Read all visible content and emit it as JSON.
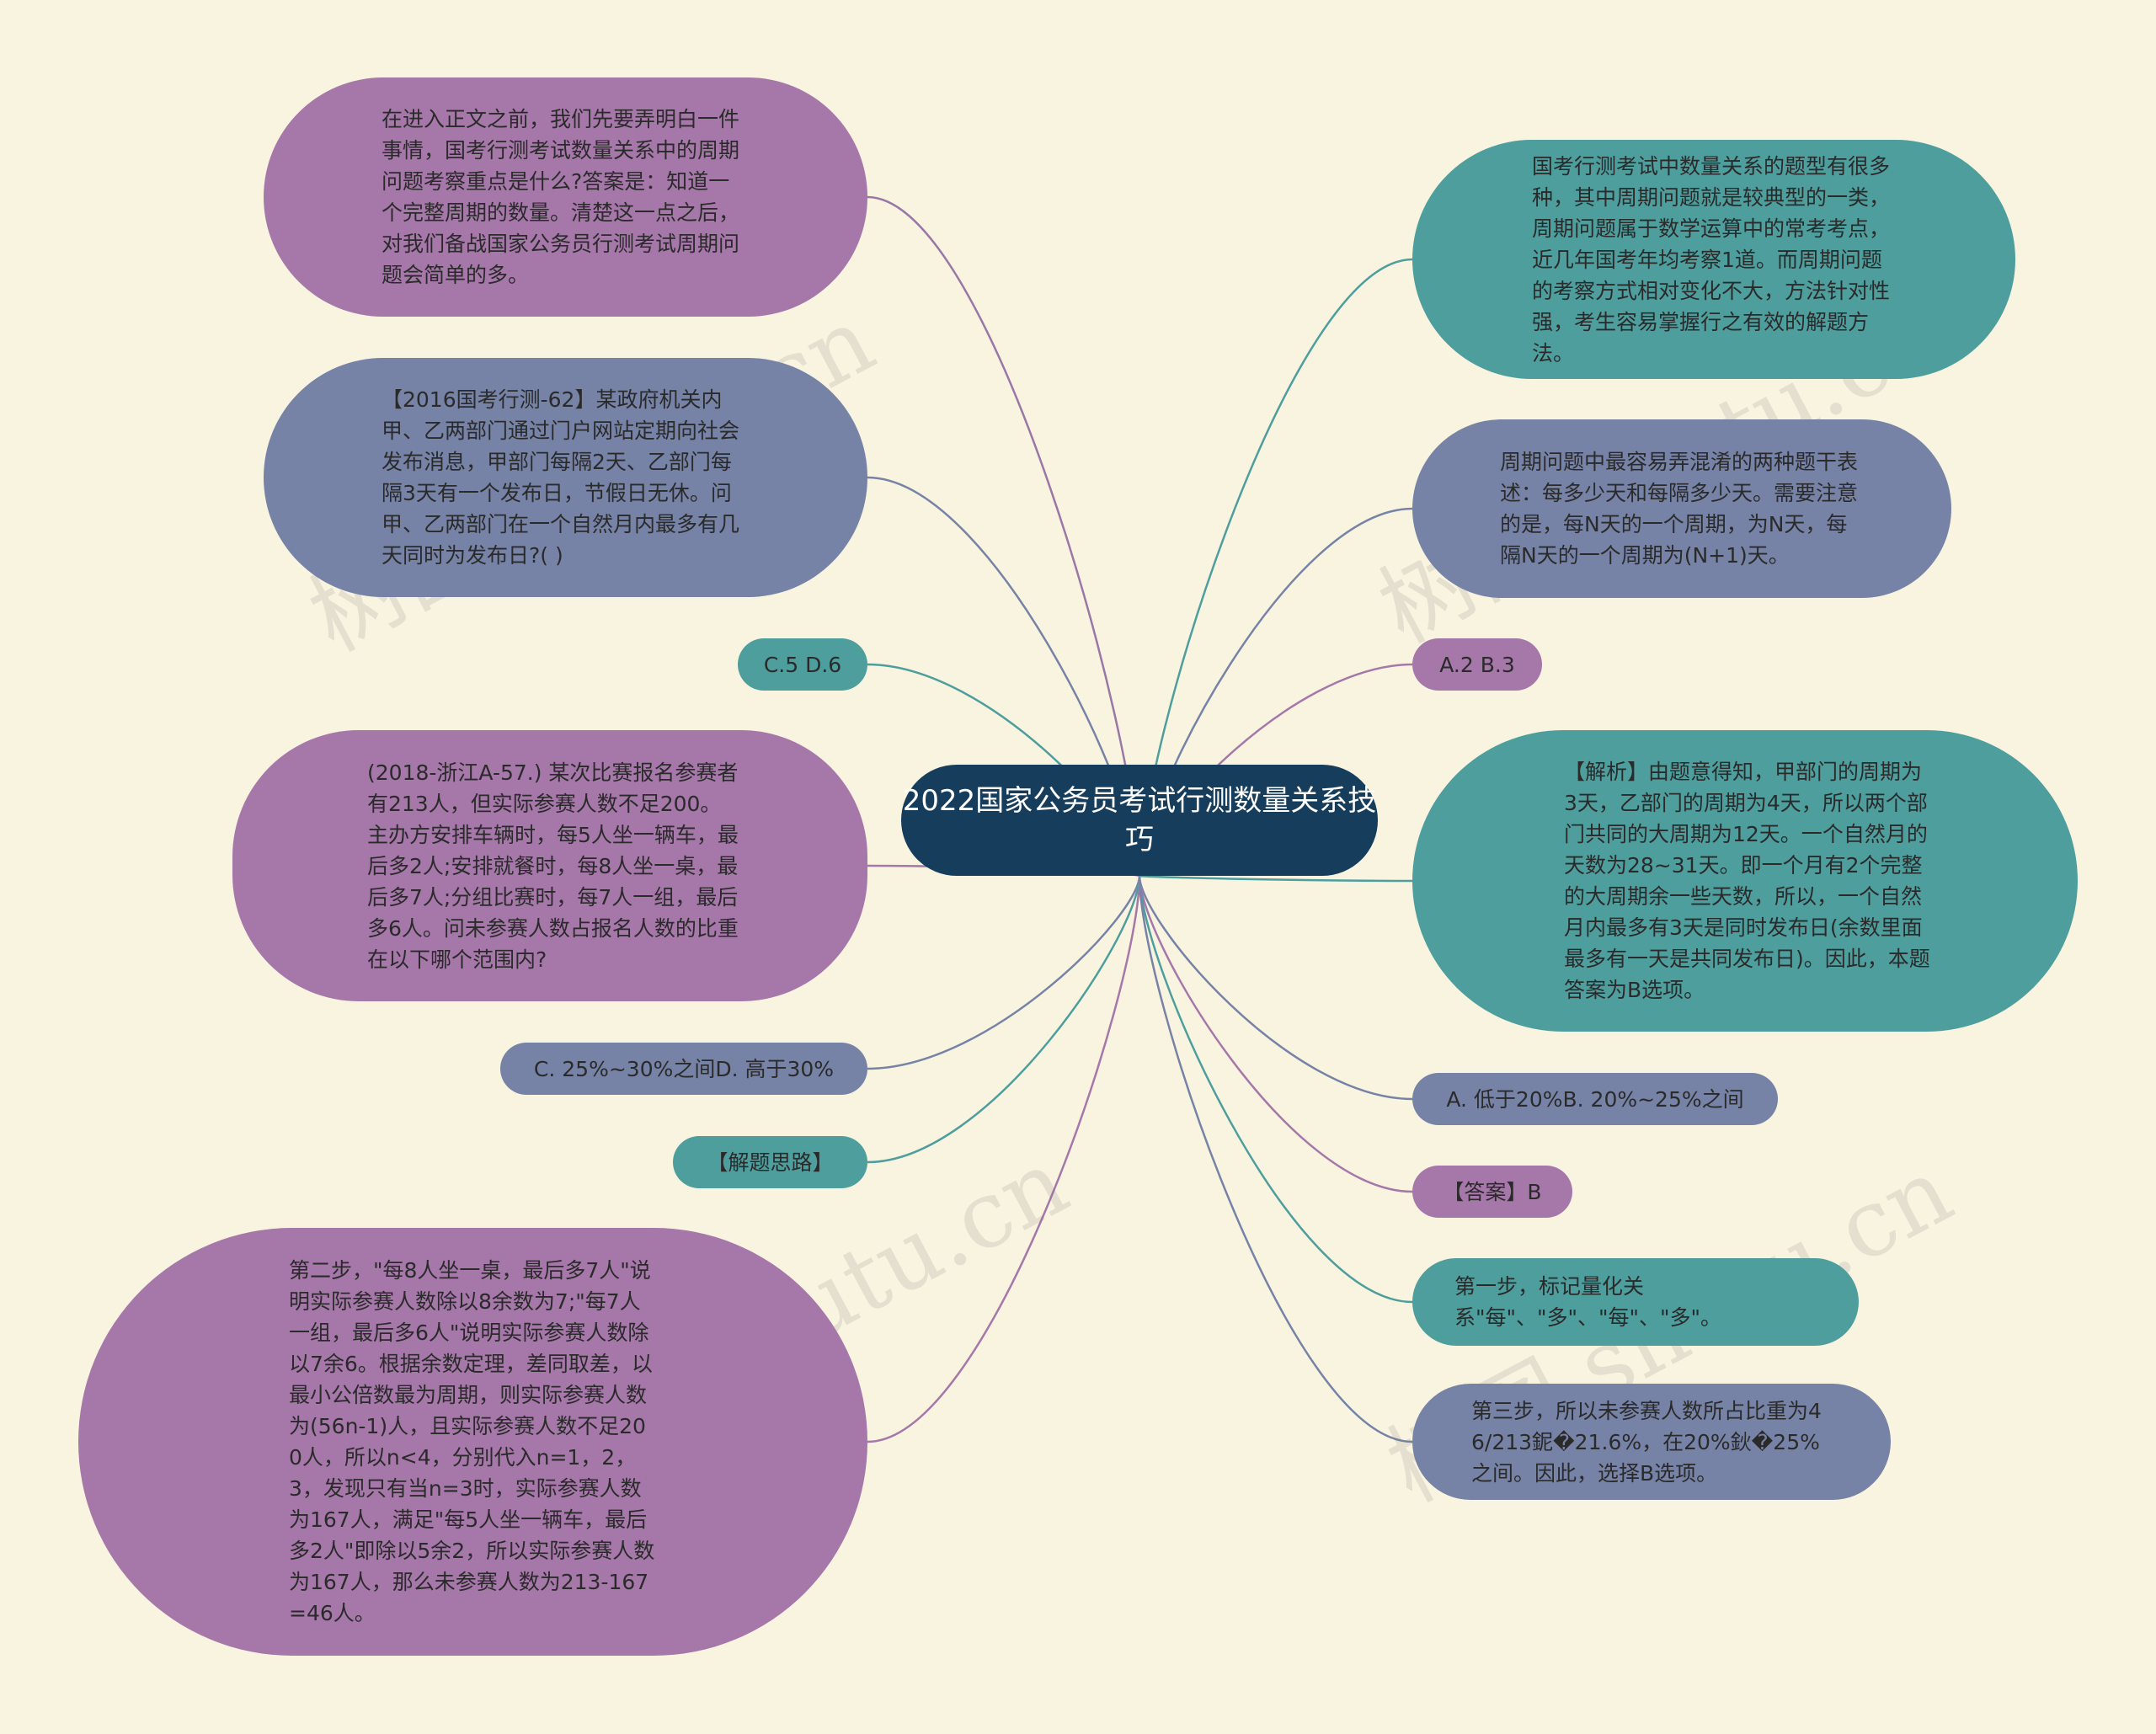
{
  "root": {
    "label": "2022国家公务员考试行测数量关系技巧"
  },
  "colors": {
    "background": "#f9f4e0",
    "root": "#163d5c",
    "purple": "#a677a9",
    "slate": "#7683a6",
    "teal": "#4e9e9e"
  },
  "watermark": "树图 shutu.cn",
  "nodes": [
    {
      "text": "在进入正文之前，我们先要弄明白一件事情，国考行测考试数量关系中的周期问题考察重点是什么?答案是：知道一个完整周期的数量。清楚这一点之后，对我们备战国家公务员行测考试周期问题会简单的多。"
    },
    {
      "text": "【2016国考行测-62】某政府机关内甲、乙两部门通过门户网站定期向社会发布消息，甲部门每隔2天、乙部门每隔3天有一个发布日，节假日无休。问甲、乙两部门在一个自然月内最多有几天同时为发布日?( )"
    },
    {
      "text": "C.5 D.6"
    },
    {
      "text": "(2018-浙江A-57.) 某次比赛报名参赛者有213人，但实际参赛人数不足200。主办方安排车辆时，每5人坐一辆车，最后多2人;安排就餐时，每8人坐一桌，最后多7人;分组比赛时，每7人一组，最后多6人。问未参赛人数占报名人数的比重在以下哪个范围内?"
    },
    {
      "text": "C. 25%~30%之间D. 高于30%"
    },
    {
      "text": "【解题思路】"
    },
    {
      "text": "第二步，\"每8人坐一桌，最后多7人\"说明实际参赛人数除以8余数为7;\"每7人一组，最后多6人\"说明实际参赛人数除以7余6。根据余数定理，差同取差，以最小公倍数最为周期，则实际参赛人数为(56n-1)人，且实际参赛人数不足200人，所以n<4，分别代入n=1，2，3，发现只有当n=3时，实际参赛人数为167人，满足\"每5人坐一辆车，最后多2人\"即除以5余2，所以实际参赛人数为167人，那么未参赛人数为213-167=46人。"
    },
    {
      "text": "国考行测考试中数量关系的题型有很多种，其中周期问题就是较典型的一类，周期问题属于数学运算中的常考考点，近几年国考年均考察1道。而周期问题的考察方式相对变化不大，方法针对性强，考生容易掌握行之有效的解题方法。"
    },
    {
      "text": "周期问题中最容易弄混淆的两种题干表述：每多少天和每隔多少天。需要注意的是，每N天的一个周期，为N天，每隔N天的一个周期为(N+1)天。"
    },
    {
      "text": "A.2 B.3"
    },
    {
      "text": "【解析】由题意得知，甲部门的周期为3天，乙部门的周期为4天，所以两个部门共同的大周期为12天。一个自然月的天数为28~31天。即一个月有2个完整的大周期余一些天数，所以，一个自然月内最多有3天是同时发布日(余数里面最多有一天是共同发布日)。因此，本题答案为B选项。"
    },
    {
      "text": "A. 低于20%B. 20%~25%之间"
    },
    {
      "text": "【答案】B"
    },
    {
      "text": "第一步，标记量化关系\"每\"、\"多\"、\"每\"、\"多\"。"
    },
    {
      "text": "第三步，所以未参赛人数所占比重为46/213鈮�21.6%，在20%鈥�25%之间。因此，选择B选项。"
    }
  ]
}
